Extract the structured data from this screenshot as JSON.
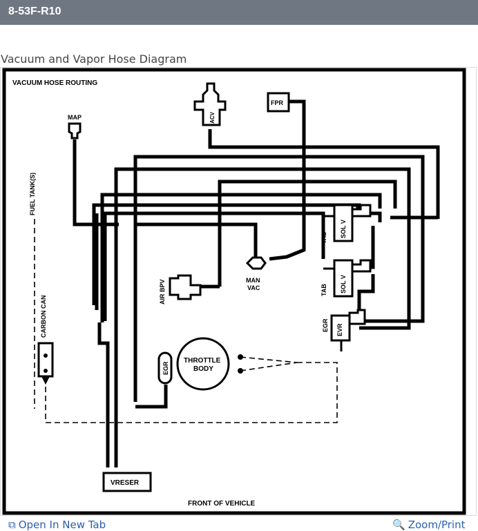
{
  "header": {
    "title": "8-53F-R10"
  },
  "section": {
    "title": "Vacuum and Vapor Hose Diagram"
  },
  "diagram": {
    "heading": "VACUUM HOSE ROUTING",
    "labels": {
      "map": "MAP",
      "acv": "ACV",
      "fpr": "FPR",
      "fuel_tank": "FUEL TANK(S)",
      "carbon_can": "CARBON CAN",
      "air_bpv": "AIR BPV",
      "man": "MAN",
      "vac": "VAC",
      "tad": "TAD",
      "tab": "TAB",
      "sol_v_1": "SOL V",
      "sol_v_2": "SOL V",
      "egr_side": "EGR",
      "evr": "EVR",
      "egr_valve": "EGR",
      "throttle": "THROTTLE",
      "body": "BODY",
      "vreser": "VRESER",
      "front": "FRONT OF VEHICLE"
    }
  },
  "footer": {
    "open_new_tab": "Open In New Tab",
    "zoom_print": "Zoom/Print"
  }
}
